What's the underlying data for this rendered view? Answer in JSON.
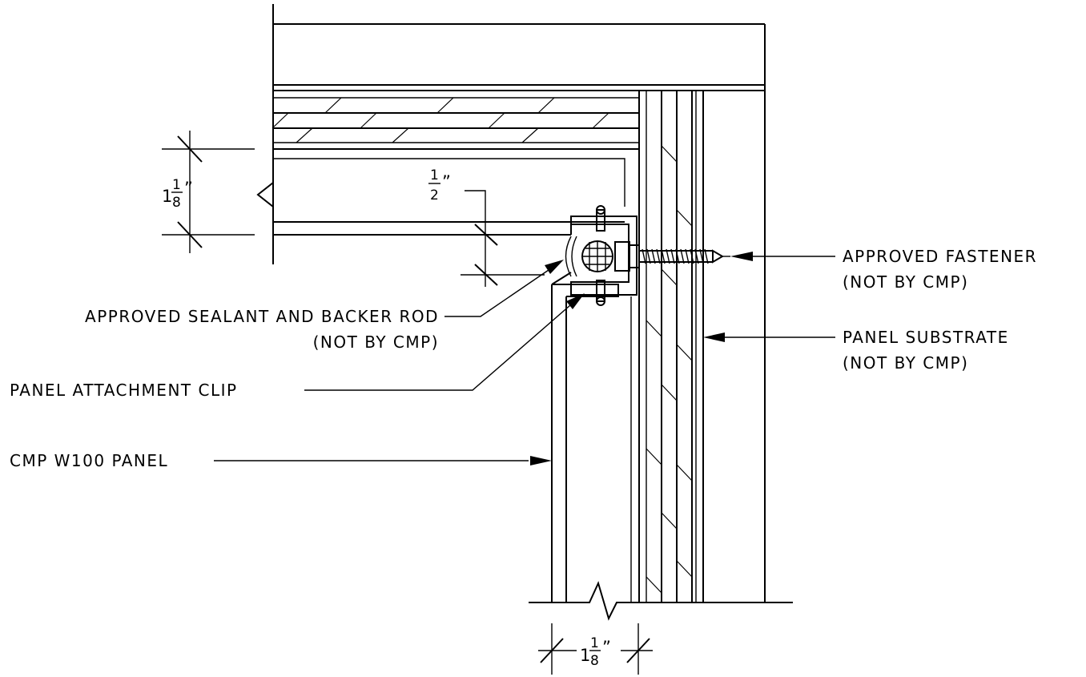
{
  "labels": {
    "fastener": [
      "APPROVED FASTENER",
      "(NOT BY CMP)"
    ],
    "substrate": [
      "PANEL SUBSTRATE",
      "(NOT BY CMP)"
    ],
    "sealant": [
      "APPROVED SEALANT AND BACKER ROD",
      "(NOT BY CMP)"
    ],
    "clip": [
      "PANEL ATTACHMENT CLIP"
    ],
    "panel": [
      "CMP W100 PANEL"
    ]
  },
  "dimensions": {
    "left_vertical": {
      "whole": "1",
      "num": "1",
      "den": "8",
      "inch": "”"
    },
    "half_inch": {
      "num": "1",
      "den": "2",
      "inch": "”"
    },
    "bottom_horizontal": {
      "whole": "1",
      "num": "1",
      "den": "8",
      "inch": "”"
    }
  }
}
